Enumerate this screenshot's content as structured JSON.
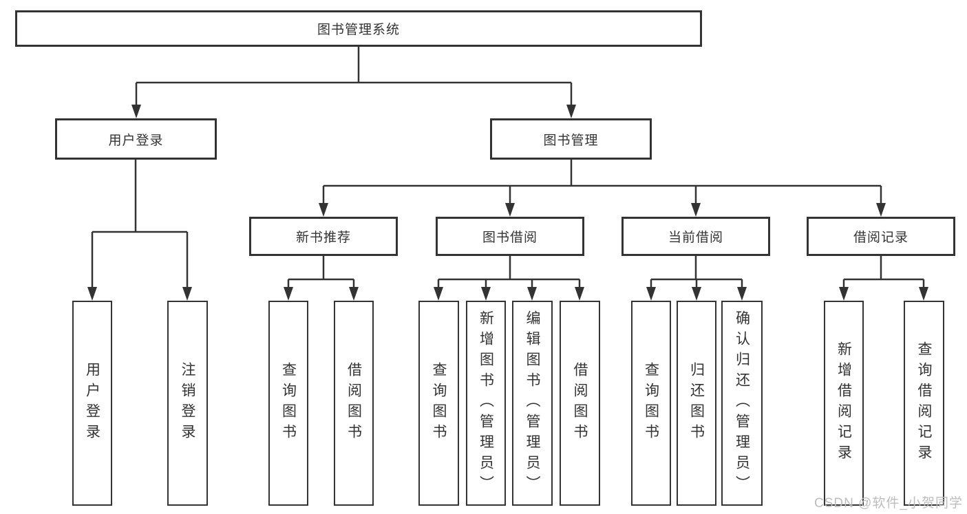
{
  "diagram_type": "hierarchy-tree",
  "colors": {
    "line": "#333333",
    "box_border": "#333333",
    "text": "#333333",
    "background": "#ffffff",
    "watermark": "#bdbdbd"
  },
  "tree": {
    "root": {
      "label": "图书管理系统",
      "children": [
        {
          "label": "用户登录",
          "children": [
            {
              "label": "用户登录"
            },
            {
              "label": "注销登录"
            }
          ]
        },
        {
          "label": "图书管理",
          "children": [
            {
              "label": "新书推荐",
              "children": [
                {
                  "label": "查询图书"
                },
                {
                  "label": "借阅图书"
                }
              ]
            },
            {
              "label": "图书借阅",
              "children": [
                {
                  "label": "查询图书"
                },
                {
                  "label": "新增图书（管理员）"
                },
                {
                  "label": "编辑图书（管理员）"
                },
                {
                  "label": "借阅图书"
                }
              ]
            },
            {
              "label": "当前借阅",
              "children": [
                {
                  "label": "查询图书"
                },
                {
                  "label": "归还图书"
                },
                {
                  "label": "确认归还（管理员）"
                }
              ]
            },
            {
              "label": "借阅记录",
              "children": [
                {
                  "label": "新增借阅记录"
                },
                {
                  "label": "查询借阅记录"
                }
              ]
            }
          ]
        }
      ]
    }
  },
  "watermark": {
    "text": "CSDN @软件_小贺同学"
  }
}
